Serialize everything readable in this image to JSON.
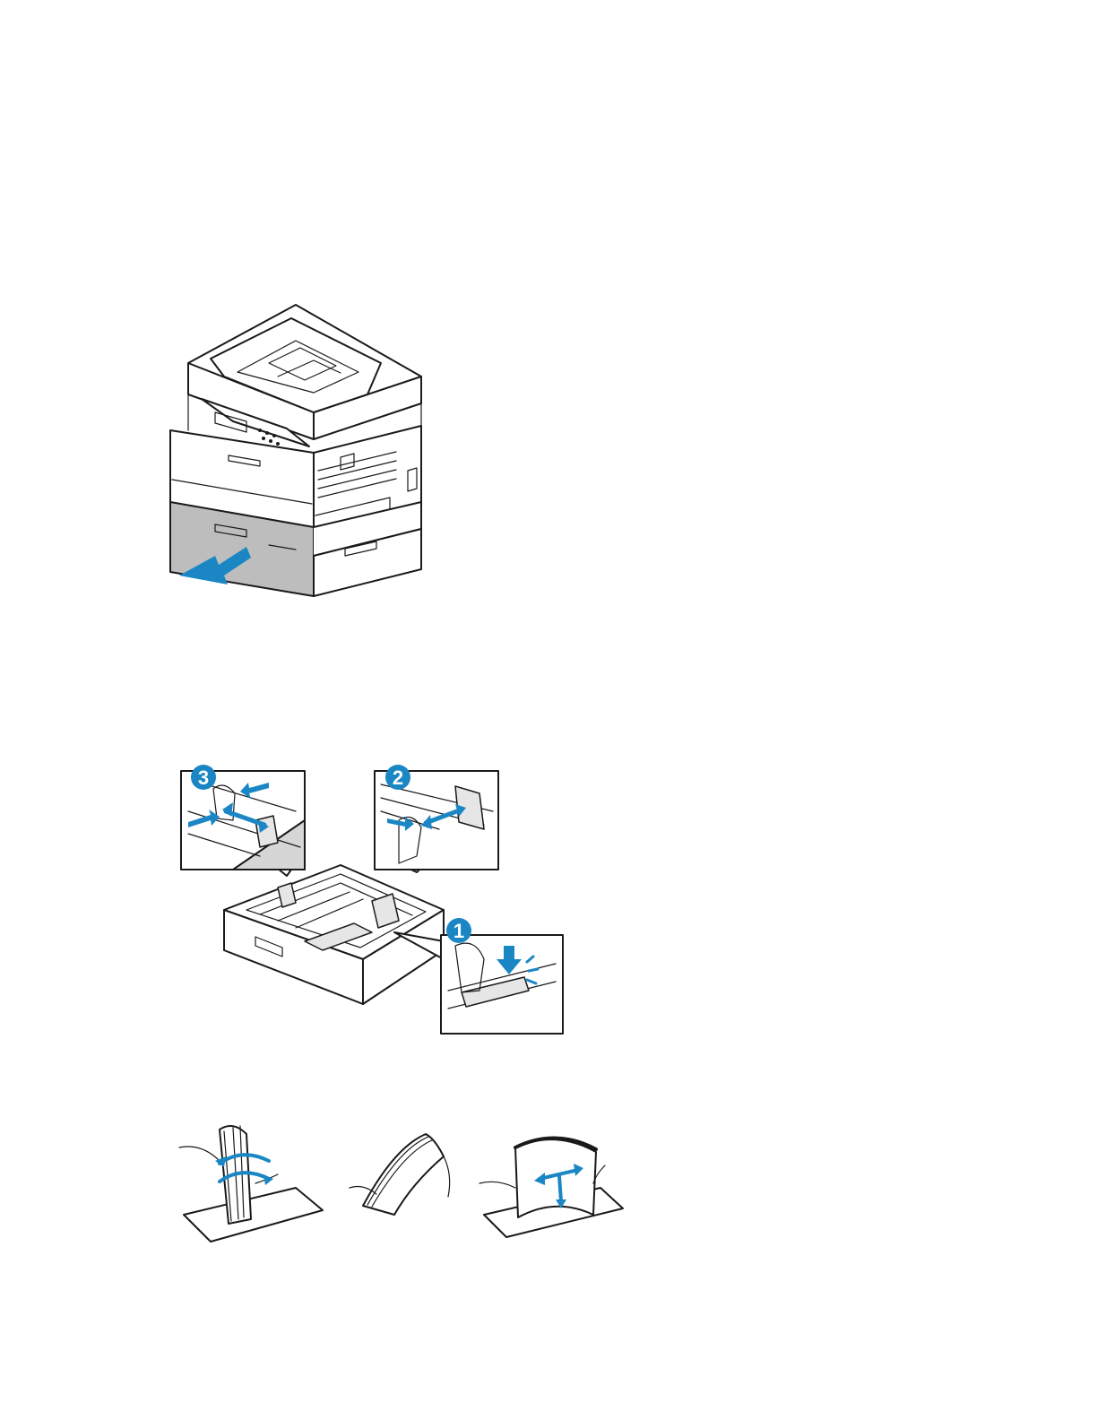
{
  "figures": {
    "printer": {
      "icon": "pull-tray-arrow-icon",
      "accent": "#1a87c4"
    },
    "tray_adjust": {
      "steps": [
        {
          "number": "1"
        },
        {
          "number": "2"
        },
        {
          "number": "3"
        }
      ],
      "accent": "#1a87c4"
    },
    "paper_prep": {
      "panels": 3,
      "accent": "#1a87c4"
    }
  }
}
